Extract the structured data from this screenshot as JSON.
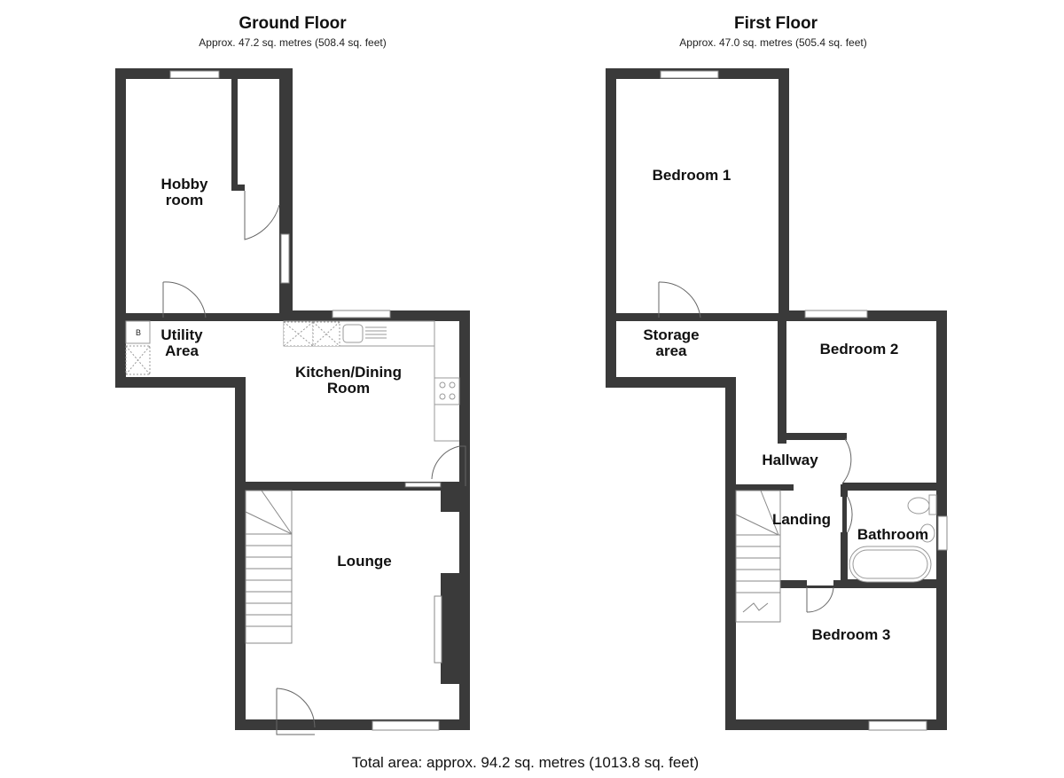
{
  "ground_floor": {
    "title": "Ground Floor",
    "area": "Approx. 47.2 sq. metres (508.4 sq. feet)",
    "rooms": [
      {
        "name": "Hobby",
        "line2": "room"
      },
      {
        "name": "Utility",
        "line2": "Area"
      },
      {
        "name": "Kitchen/Dining",
        "line2": "Room"
      },
      {
        "name": "Lounge"
      }
    ],
    "boiler_label": "B"
  },
  "first_floor": {
    "title": "First Floor",
    "area": "Approx. 47.0 sq. metres (505.4 sq. feet)",
    "rooms": [
      {
        "name": "Bedroom 1"
      },
      {
        "name": "Storage",
        "line2": "area"
      },
      {
        "name": "Bedroom 2"
      },
      {
        "name": "Hallway"
      },
      {
        "name": "Landing"
      },
      {
        "name": "Bathroom"
      },
      {
        "name": "Bedroom 3"
      }
    ]
  },
  "total_area": "Total area: approx. 94.2 sq. metres (1013.8 sq. feet)",
  "colors": {
    "wall": "#3a3a3a",
    "fixture_line": "#9a9a9a",
    "background": "#ffffff"
  }
}
